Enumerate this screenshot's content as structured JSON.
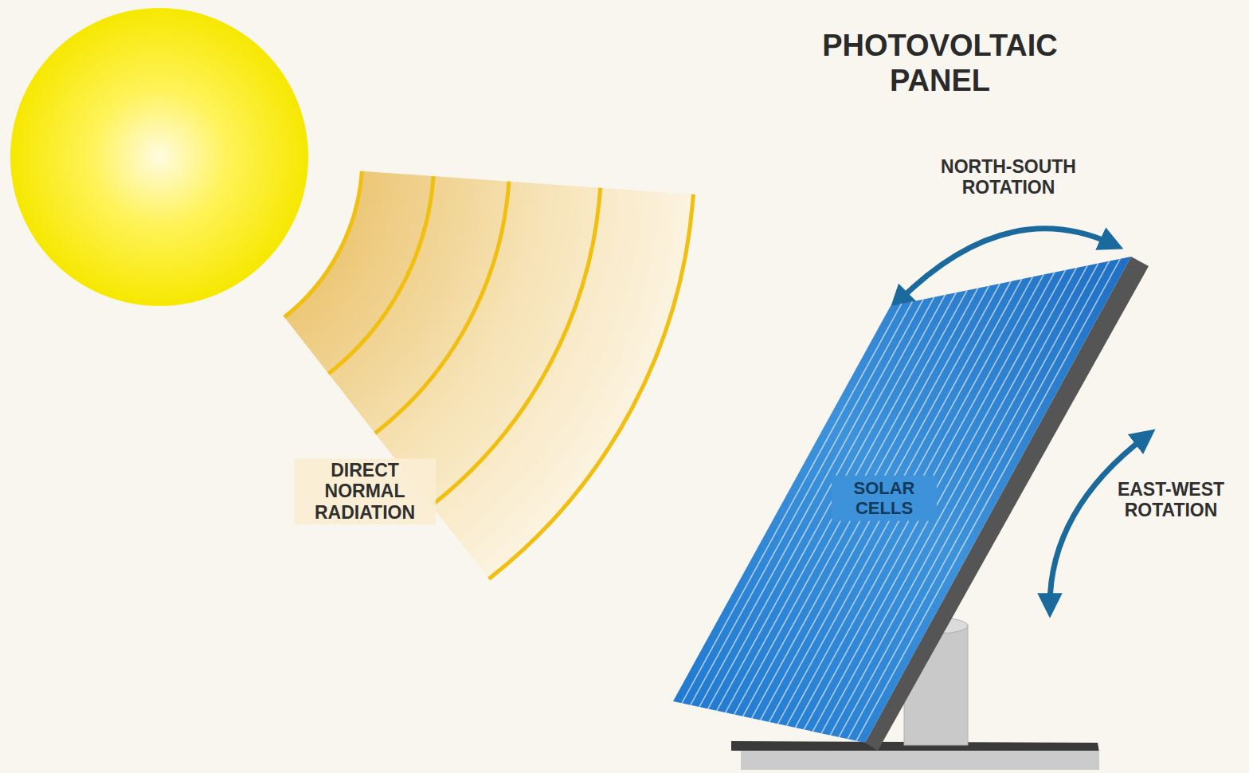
{
  "diagram": {
    "title": "PHOTOVOLTAIC PANEL",
    "nodes": [
      {
        "text": [
          "SOLAR CELLS"
        ]
      }
    ],
    "labels": [
      "NORTH-SOUTH ROTATION",
      "DIRECT NORMAL RADIATION",
      "EAST-WEST ROTATION"
    ]
  }
}
